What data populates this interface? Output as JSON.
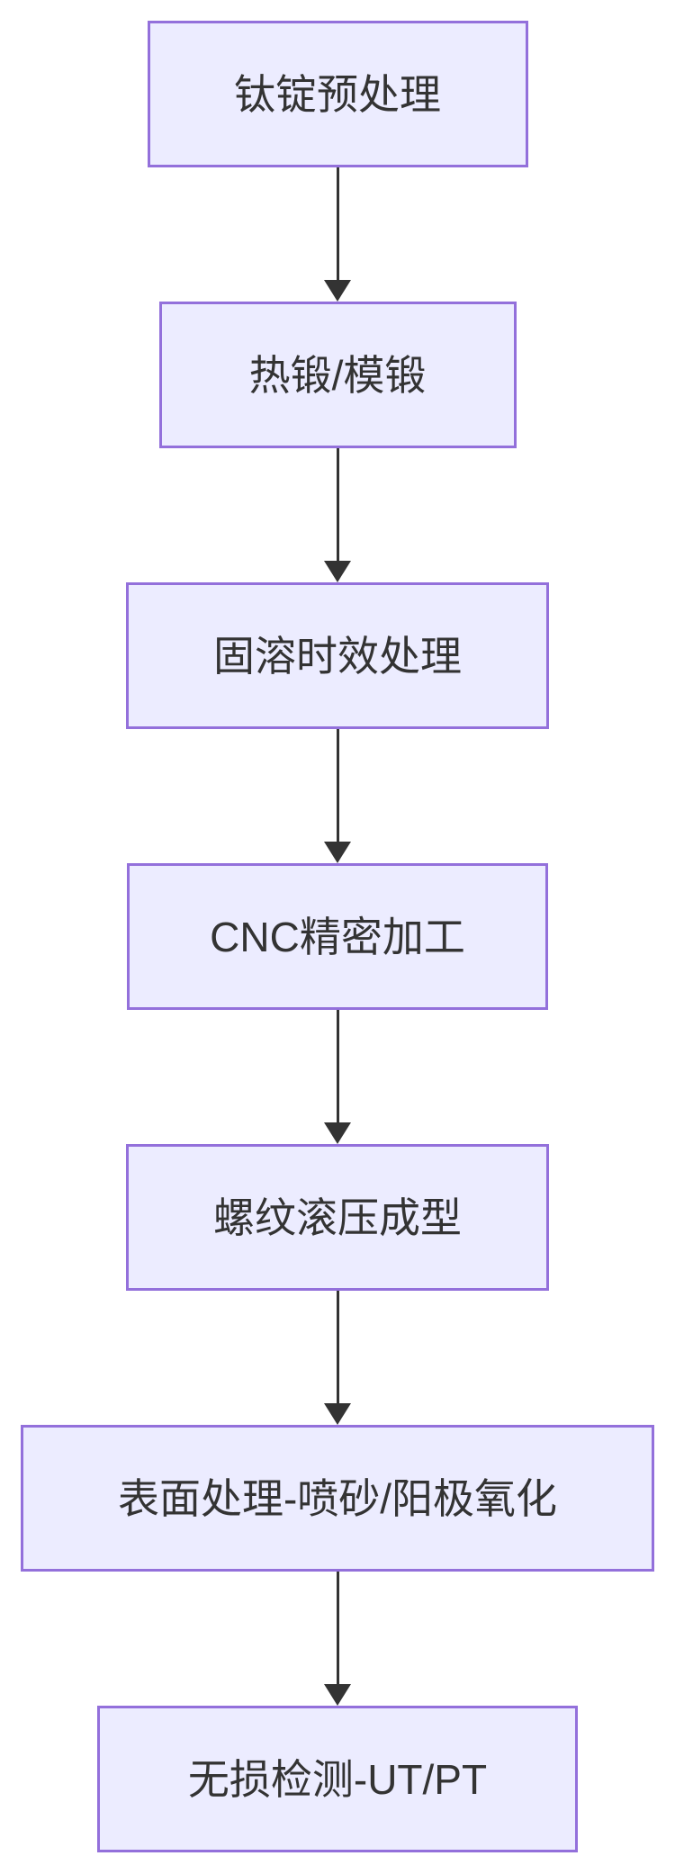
{
  "diagram": {
    "type": "flowchart",
    "direction": "top-down",
    "title": "",
    "nodes": [
      {
        "id": "n1",
        "label": "钛锭预处理"
      },
      {
        "id": "n2",
        "label": "热锻/模锻"
      },
      {
        "id": "n3",
        "label": "固溶时效处理"
      },
      {
        "id": "n4",
        "label": "CNC精密加工"
      },
      {
        "id": "n5",
        "label": "螺纹滚压成型"
      },
      {
        "id": "n6",
        "label": "表面处理-喷砂/阳极氧化"
      },
      {
        "id": "n7",
        "label": "无损检测-UT/PT"
      }
    ],
    "edges": [
      {
        "from": "n1",
        "to": "n2",
        "style": "arrow-down"
      },
      {
        "from": "n2",
        "to": "n3",
        "style": "arrow-down"
      },
      {
        "from": "n3",
        "to": "n4",
        "style": "arrow-down"
      },
      {
        "from": "n4",
        "to": "n5",
        "style": "arrow-down"
      },
      {
        "from": "n5",
        "to": "n6",
        "style": "arrow-down"
      },
      {
        "from": "n6",
        "to": "n7",
        "style": "arrow-down"
      }
    ],
    "colors": {
      "node_fill": "#ECECFF",
      "node_border": "#9370DB",
      "arrow": "#333333",
      "text": "#333333",
      "background": "#FFFFFF"
    }
  }
}
